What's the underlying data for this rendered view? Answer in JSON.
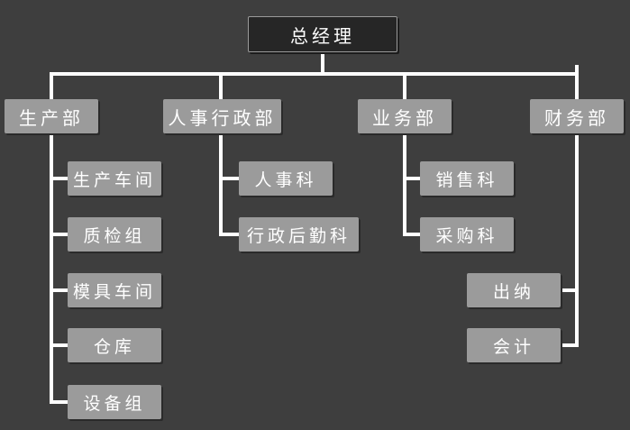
{
  "root": {
    "label": "总经理"
  },
  "departments": [
    {
      "label": "生产部",
      "children": [
        "生产车间",
        "质检组",
        "模具车间",
        "仓库",
        "设备组"
      ]
    },
    {
      "label": "人事行政部",
      "children": [
        "人事科",
        "行政后勤科"
      ]
    },
    {
      "label": "业务部",
      "children": [
        "销售科",
        "采购科"
      ]
    },
    {
      "label": "财务部",
      "children": [
        "出纳",
        "会计"
      ]
    }
  ],
  "colors": {
    "background": "#3e3e3e",
    "root_box": "#262626",
    "node_box": "#9b9b9b",
    "connector": "#ffffff",
    "text": "#ffffff"
  }
}
